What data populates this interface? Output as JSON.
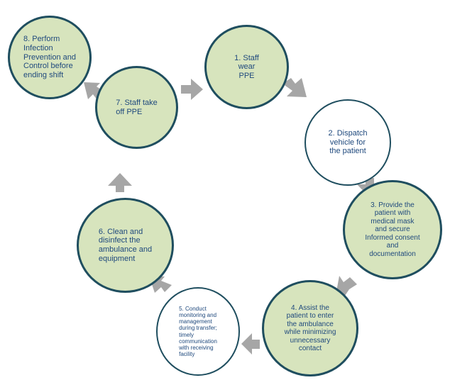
{
  "diagram": {
    "type": "cycle",
    "colors": {
      "filled": "#d7e4bd",
      "outline": "#1f4e5f",
      "text": "#1f497d",
      "arrow": "#a6a6a6"
    },
    "steps": [
      {
        "id": "1",
        "label": "1. Staff\n   wear\nPPE",
        "style": "filled"
      },
      {
        "id": "2",
        "label": "2. Dispatch\nvehicle for\nthe patient",
        "style": "plain"
      },
      {
        "id": "3",
        "label": "3. Provide the\npatient with\nmedical mask\nand secure\nInformed consent\nand\ndocumentation",
        "style": "filled"
      },
      {
        "id": "4",
        "label": "4. Assist the\npatient to enter\nthe ambulance\nwhile minimizing\nunnecessary\ncontact",
        "style": "filled"
      },
      {
        "id": "5",
        "label": "5. Conduct\nmonitoring and\nmanagement\nduring transfer;\ntimely\ncommunication\nwith receiving\nfacility",
        "style": "plain"
      },
      {
        "id": "6",
        "label": "6. Clean and\ndisinfect the\nambulance and\nequipment",
        "style": "filled"
      },
      {
        "id": "7",
        "label": "7. Staff take\noff PPE",
        "style": "filled"
      },
      {
        "id": "8",
        "label": "8. Perform\nInfection\nPrevention and\nControl before\nending shift",
        "style": "filled"
      }
    ],
    "flow": [
      "1",
      "2",
      "3",
      "4",
      "5",
      "6",
      "7",
      "8"
    ]
  }
}
